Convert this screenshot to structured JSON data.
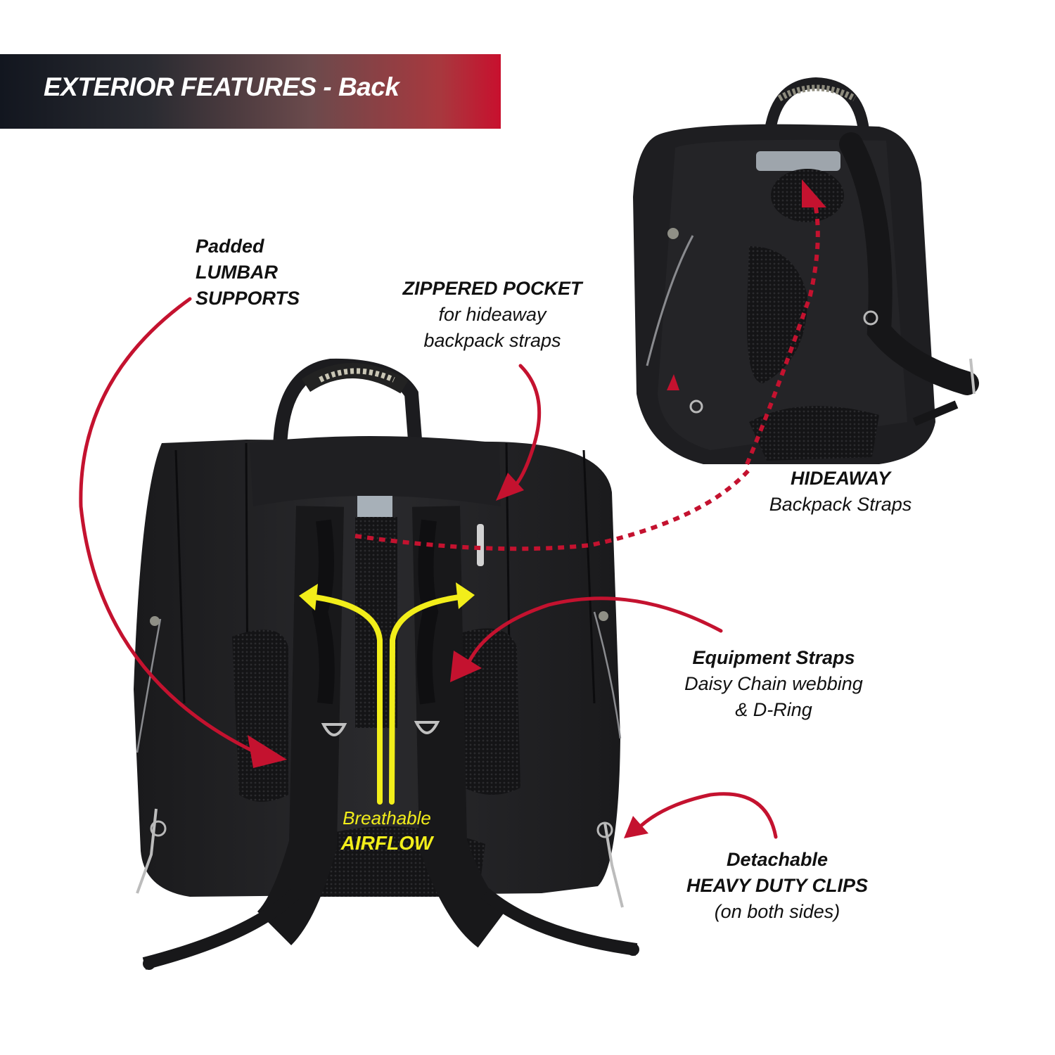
{
  "banner": {
    "title": "EXTERIOR FEATURES - Back",
    "gradient_start": "#12161f",
    "gradient_end": "#c8102e"
  },
  "callouts": {
    "lumbar": {
      "line1": "Padded",
      "line2": "LUMBAR",
      "line3": "SUPPORTS"
    },
    "zippered_pocket": {
      "title": "ZIPPERED POCKET",
      "line2": "for hideaway",
      "line3": "backpack straps"
    },
    "hideaway": {
      "title": "HIDEAWAY",
      "line2": "Backpack Straps"
    },
    "equipment_straps": {
      "title": "Equipment Straps",
      "line2": "Daisy Chain webbing",
      "line3": "& D-Ring"
    },
    "clips": {
      "title": "Detachable",
      "line2": "HEAVY DUTY CLIPS",
      "line3": "(on both sides)"
    },
    "airflow": {
      "line1": "Breathable",
      "line2": "AIRFLOW"
    }
  },
  "colors": {
    "arrow_red": "#c4122f",
    "airflow_yellow": "#f2ee1a",
    "bag_black": "#1b1b1d"
  },
  "images": {
    "main_backpack": "backpack-back-view",
    "inset_backpack": "backpack-three-quarter-view"
  }
}
